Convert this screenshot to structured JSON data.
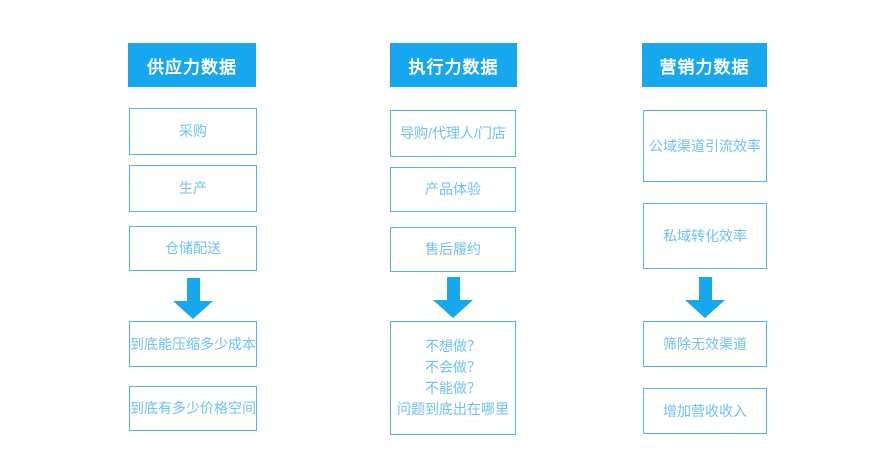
{
  "colors": {
    "primary_blue": "#17a7ef",
    "box_border_blue": "#55b2e6",
    "box_text_blue": "#6fc2ef",
    "header_text": "#ffffff",
    "background": "#ffffff"
  },
  "columns": [
    {
      "header": "供应力数据",
      "boxes": [
        "采购",
        "生产",
        "仓储配送"
      ],
      "results": [
        "到底能压缩多少成本",
        "到底有多少价格空间"
      ]
    },
    {
      "header": "执行力数据",
      "boxes": [
        "导购/代理人/门店",
        "产品体验",
        "售后履约"
      ],
      "result_lines": [
        "不想做？",
        "不会做？",
        "不能做？",
        "问题到底出在哪里"
      ]
    },
    {
      "header": "营销力数据",
      "boxes": [
        "公域渠道引流效率",
        "私域转化效率"
      ],
      "results": [
        "筛除无效渠道",
        "增加营收收入"
      ]
    }
  ]
}
